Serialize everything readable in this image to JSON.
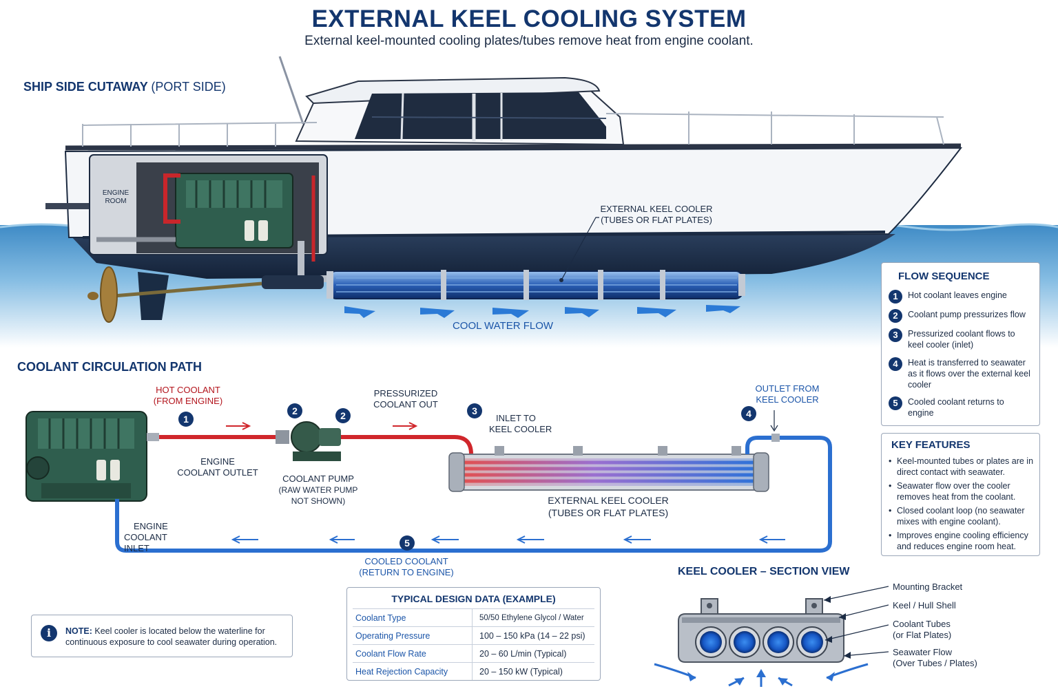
{
  "header": {
    "title": "EXTERNAL KEEL COOLING SYSTEM",
    "subtitle": "External keel-mounted cooling plates/tubes remove heat from engine coolant."
  },
  "cutaway": {
    "heading_main": "SHIP SIDE CUTAWAY",
    "heading_sub": "(PORT SIDE)",
    "engine_room_line1": "ENGINE",
    "engine_room_line2": "ROOM",
    "keel_cooler_line1": "EXTERNAL KEEL COOLER",
    "keel_cooler_line2": "(TUBES OR FLAT PLATES)",
    "cool_water_flow": "COOL WATER FLOW"
  },
  "circulation": {
    "heading": "COOLANT CIRCULATION PATH",
    "hot_coolant_line1": "HOT COOLANT",
    "hot_coolant_line2": "(FROM ENGINE)",
    "engine_outlet_line1": "ENGINE",
    "engine_outlet_line2": "COOLANT OUTLET",
    "pump_line1": "COOLANT PUMP",
    "pump_line2": "(RAW WATER PUMP",
    "pump_line3": "NOT SHOWN)",
    "pressurized_line1": "PRESSURIZED",
    "pressurized_line2": "COOLANT OUT",
    "inlet_line1": "INLET TO",
    "inlet_line2": "KEEL COOLER",
    "outlet_line1": "OUTLET FROM",
    "outlet_line2": "KEEL COOLER",
    "keel_cooler_line1": "EXTERNAL KEEL COOLER",
    "keel_cooler_line2": "(TUBES OR FLAT PLATES)",
    "engine_inlet_line1": "ENGINE",
    "engine_inlet_line2": "COOLANT INLET",
    "cooled_line1": "COOLED COOLANT",
    "cooled_line2": "(RETURN TO ENGINE)",
    "step_numbers": [
      "1",
      "2",
      "2",
      "3",
      "4",
      "5"
    ]
  },
  "flow_sequence": {
    "title": "FLOW SEQUENCE",
    "steps": [
      {
        "n": "1",
        "text": "Hot coolant leaves engine"
      },
      {
        "n": "2",
        "text": "Coolant pump pressurizes flow"
      },
      {
        "n": "3",
        "text": "Pressurized coolant flows to keel cooler (inlet)"
      },
      {
        "n": "4",
        "text": "Heat is transferred to seawater as it flows over the external keel cooler"
      },
      {
        "n": "5",
        "text": "Cooled coolant returns to engine"
      }
    ]
  },
  "key_features": {
    "title": "KEY FEATURES",
    "items": [
      "Keel-mounted tubes or plates are in direct contact with seawater.",
      "Seawater flow over the cooler removes heat from the coolant.",
      "Closed coolant loop (no seawater mixes with engine coolant).",
      "Improves engine cooling efficiency and reduces engine room heat."
    ]
  },
  "design_data": {
    "title": "TYPICAL DESIGN DATA (EXAMPLE)",
    "rows": [
      {
        "key": "Coolant Type",
        "value": "50/50 Ethylene Glycol / Water"
      },
      {
        "key": "Operating Pressure",
        "value": "100 – 150 kPa (14 – 22 psi)"
      },
      {
        "key": "Coolant Flow Rate",
        "value": "20 – 60 L/min (Typical)"
      },
      {
        "key": "Heat Rejection Capacity",
        "value": "20 – 150 kW (Typical)"
      }
    ]
  },
  "note": {
    "icon": "i",
    "label": "NOTE:",
    "text_line1": "Keel cooler is located below the waterline for",
    "text_line2": "continuous exposure to cool seawater during operation."
  },
  "section_view": {
    "heading": "KEEL COOLER – SECTION VIEW",
    "labels": [
      {
        "line1": "Mounting Bracket",
        "line2": ""
      },
      {
        "line1": "Keel / Hull Shell",
        "line2": ""
      },
      {
        "line1": "Coolant Tubes",
        "line2": "(or Flat Plates)"
      },
      {
        "line1": "Seawater Flow",
        "line2": "(Over Tubes / Plates)"
      }
    ]
  },
  "colors": {
    "navy": "#13366e",
    "hot": "#d0262b",
    "cool": "#2b6fd0",
    "engine_green": "#2f5e4e",
    "sea": "#5a9fd0"
  }
}
